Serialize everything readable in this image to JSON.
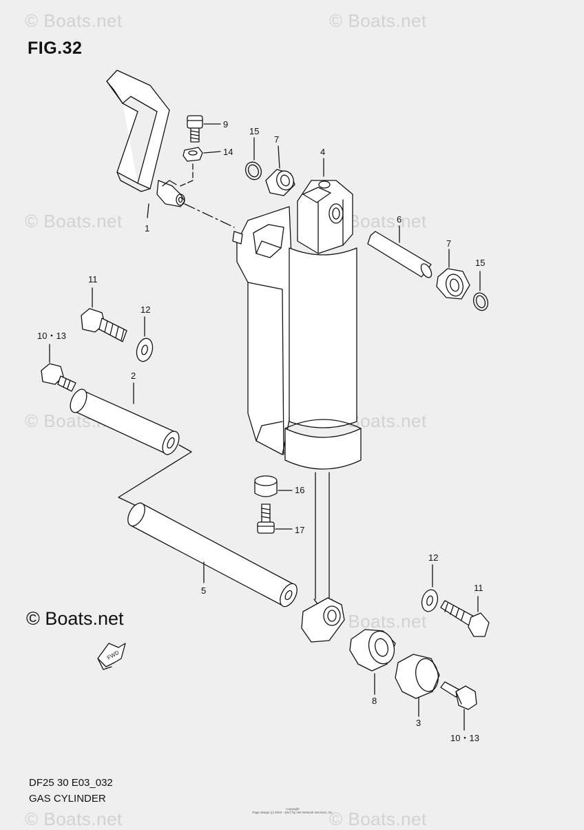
{
  "figure": {
    "title": "FIG.32",
    "code": "DF25 30 E03_032",
    "name": "GAS CYLINDER"
  },
  "watermark": "© Boats.net",
  "copyright_text": "© Boats.net",
  "fwd_label": "FWD",
  "fine_print": [
    "Copyright",
    "Page design (c) 2004 - 2017 by ARI Network Services, Inc."
  ],
  "callouts": {
    "c1": "1",
    "c2": "2",
    "c3": "3",
    "c4": "4",
    "c5": "5",
    "c6": "6",
    "c7a": "7",
    "c7b": "7",
    "c8": "8",
    "c9": "9",
    "c10a": "10・13",
    "c10b": "10・13",
    "c11a": "11",
    "c11b": "11",
    "c12a": "12",
    "c12b": "12",
    "c14": "14",
    "c15a": "15",
    "c15b": "15",
    "c16": "16",
    "c17": "17"
  },
  "colors": {
    "background": "#efefef",
    "line": "#111111",
    "watermark": "#d2d2d2"
  }
}
